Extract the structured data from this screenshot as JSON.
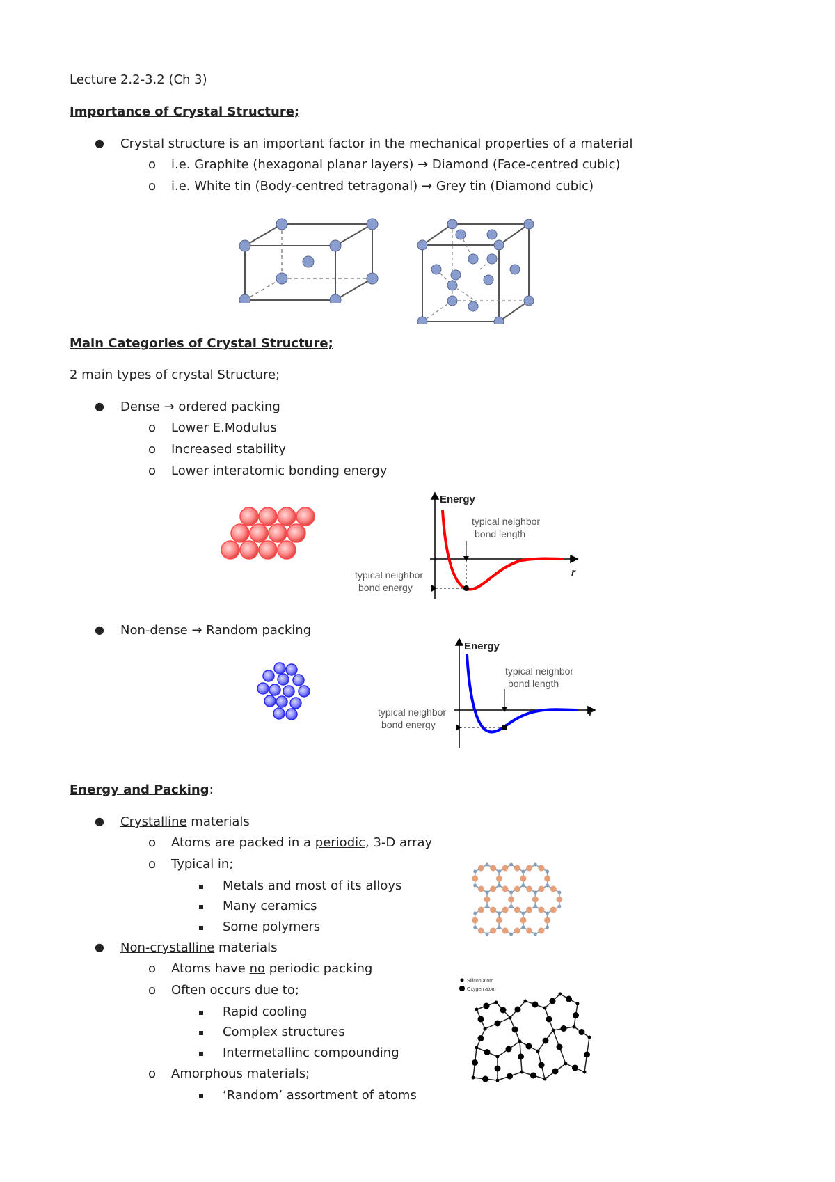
{
  "title": "Lecture 2.2-3.2 (Ch 3)",
  "section1": {
    "heading": "Importance of Crystal Structure;",
    "bullet1": "Crystal structure is an important factor in the mechanical properties of a material",
    "sub1": "i.e. Graphite (hexagonal planar layers) → Diamond (Face-centred cubic)",
    "sub2": "i.e. White tin (Body-centred tetragonal) → Grey tin (Diamond cubic)"
  },
  "section2": {
    "heading": "Main Categories of Crystal Structure;",
    "intro": "2 main types of crystal Structure;",
    "dense": {
      "label": "Dense → ordered packing",
      "items": [
        "Lower E.Modulus",
        "Increased stability",
        "Lower interatomic bonding energy"
      ]
    },
    "nondense": {
      "label": "Non-dense → Random packing"
    },
    "graph": {
      "ylabel": "Energy",
      "xlabel": "r",
      "length_label_1": "typical neighbor",
      "length_label_2": "bond length",
      "energy_label_1": "typical neighbor",
      "energy_label_2": "bond energy"
    }
  },
  "section3": {
    "heading": "Energy and Packing",
    "heading_colon": ":",
    "crystalline_word": "Crystalline",
    "crystalline_rest": " materials",
    "atoms_pre": "Atoms are packed in a ",
    "atoms_periodic": "periodic",
    "atoms_post": ", 3-D array",
    "typical": "Typical in;",
    "typical_items": [
      "Metals and most of its alloys",
      "Many ceramics",
      "Some polymers"
    ],
    "noncrystalline_word": "Non-crystalline",
    "noncrystalline_rest": " materials",
    "nonperiodic_pre": "Atoms have ",
    "nonperiodic_no": "no",
    "nonperiodic_post": " periodic packing",
    "often": "Often occurs due to;",
    "often_items": [
      "Rapid cooling",
      "Complex structures",
      "Intermetallinc compounding"
    ],
    "amorphous": "Amorphous materials;",
    "amorphous_item": "‘Random’ assortment of atoms",
    "legend_1": "Silicon atom",
    "legend_2": "Oxygen atom"
  },
  "colors": {
    "dense_curve": "#ff0000",
    "nondense_curve": "#0000ff",
    "lattice_atom": "#8a9dcf"
  }
}
